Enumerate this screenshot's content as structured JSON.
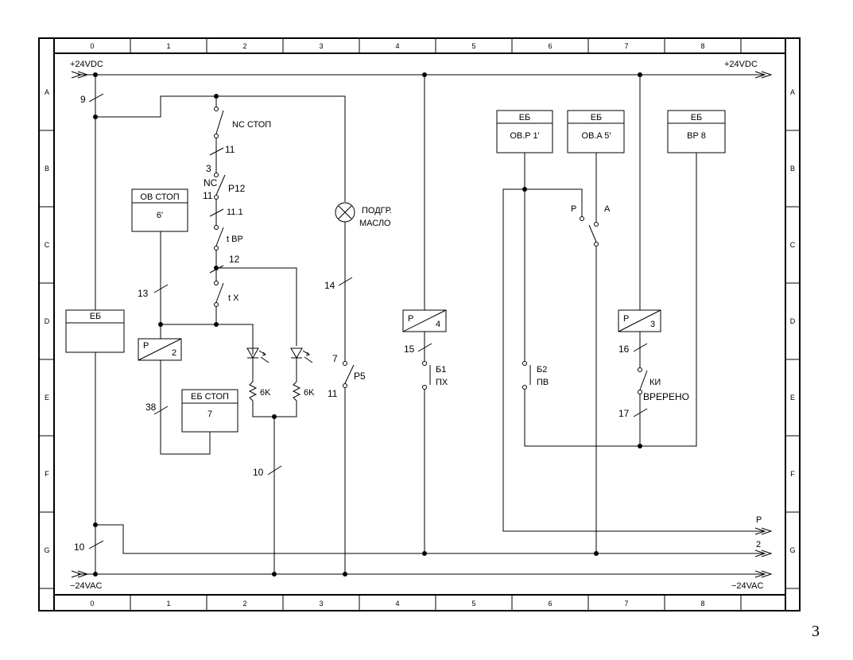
{
  "page_number": "3",
  "grid": {
    "columns": [
      "0",
      "1",
      "2",
      "3",
      "4",
      "5",
      "6",
      "7",
      "8"
    ],
    "rows": [
      "A",
      "B",
      "C",
      "D",
      "E",
      "F",
      "G"
    ]
  },
  "rails": {
    "top_left": "+24VDC",
    "top_right": "+24VDC",
    "bottom_left": "−24VAC",
    "bottom_right": "−24VAC",
    "output_p": "P",
    "output_2": "2"
  },
  "wires": {
    "w9": "9",
    "w10_left": "10",
    "w10_mid": "10",
    "w11": "11",
    "w11_1": "11.1",
    "w12": "12",
    "w13": "13",
    "w14": "14",
    "w15": "15",
    "w16": "16",
    "w17": "17",
    "w38": "38",
    "w7": "7",
    "w11_r5": "11"
  },
  "components": {
    "nc_stop": "NC СТОП",
    "p12_num3": "3",
    "p12_nc": "NC",
    "p12_num11": "11",
    "p12_label": "P12",
    "t_bp": "t BP",
    "t_x": "t X",
    "lamp_line1": "ПОДГР.",
    "lamp_line2": "МАСЛО",
    "r5": "P5",
    "b1_line1": "Б1",
    "b1_line2": "ПХ",
    "b2_line1": "Б2",
    "b2_line2": "ПВ",
    "ki_line1": "КИ",
    "ki_line2": "ВРЕРЕНО",
    "sw_p": "P",
    "sw_a": "A",
    "res_1": "6K",
    "res_2": "6K"
  },
  "boxes": {
    "eb_left": {
      "title": "ЕБ"
    },
    "ob_stop": {
      "title": "OB СТОП",
      "value": "6'"
    },
    "relay_p2": {
      "letter": "P",
      "number": "2"
    },
    "eb_stop": {
      "title": "ЕБ СТОП",
      "value": "7"
    },
    "relay_p4": {
      "letter": "P",
      "number": "4"
    },
    "relay_p3": {
      "letter": "P",
      "number": "3"
    },
    "eb_op1": {
      "title": "ЕБ",
      "value": "OB.P 1'"
    },
    "eb_oa5": {
      "title": "ЕБ",
      "value": "OB.A  5'"
    },
    "eb_bp8": {
      "title": "ЕБ",
      "value": "BP 8"
    }
  }
}
